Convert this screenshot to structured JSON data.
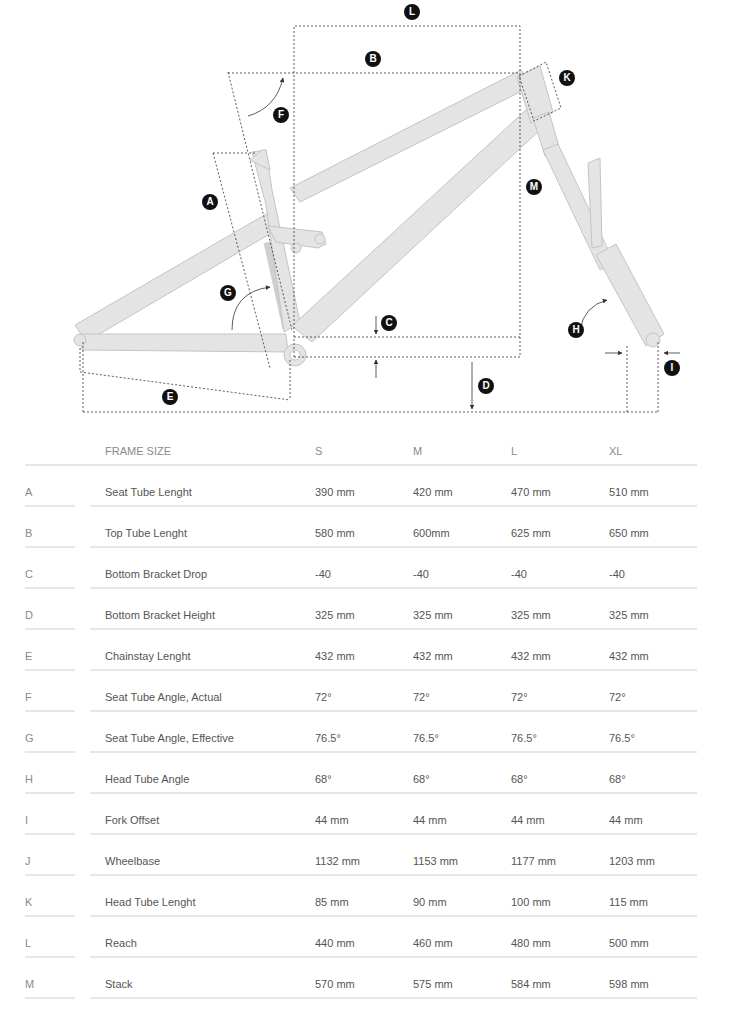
{
  "diagram": {
    "labels": [
      "L",
      "B",
      "K",
      "F",
      "A",
      "M",
      "G",
      "C",
      "H",
      "D",
      "I",
      "E",
      "FRAME SIZE",
      "S",
      "M",
      "L",
      "XL",
      "A",
      "Seat Tube Lenght",
      "390 mm",
      "420 mm",
      "470 mm",
      "510 mm",
      "B",
      "Top Tube Lenght",
      "580 mm",
      "600mm",
      "625 mm",
      "650 mm",
      "C",
      "Bottom Bracket Drop",
      "-40",
      "-40",
      "-40",
      "-40",
      "D",
      "Bottom Bracket Height",
      "325 mm",
      "325 mm",
      "325 mm",
      "325 mm",
      "E",
      "Chainstay Lenght",
      "432 mm",
      "432 mm",
      "432 mm",
      "432 mm",
      "F",
      "Seat Tube Angle, Actual",
      "72°",
      "72°",
      "72°",
      "72°",
      "G",
      "Seat Tube Angle, Effective",
      "76.5°",
      "76.5°",
      "76.5°",
      "76.5°",
      "H",
      "Head Tube Angle",
      "68°",
      "68°",
      "68°",
      "68°",
      "I",
      "Fork Offset",
      "44 mm",
      "44 mm",
      "44 mm",
      "44 mm",
      "J",
      "Wheelbase",
      "1132 mm",
      "1153 mm",
      "1177 mm",
      "1203 mm",
      "K",
      "Head Tube Lenght",
      "85 mm",
      "90 mm",
      "100 mm",
      "115 mm",
      "L",
      "Reach",
      "440 mm",
      "460 mm",
      "480 mm",
      "500 mm",
      "M",
      "Stack",
      "570 mm",
      "575 mm",
      "584 mm",
      "598 mm"
    ]
  }
}
